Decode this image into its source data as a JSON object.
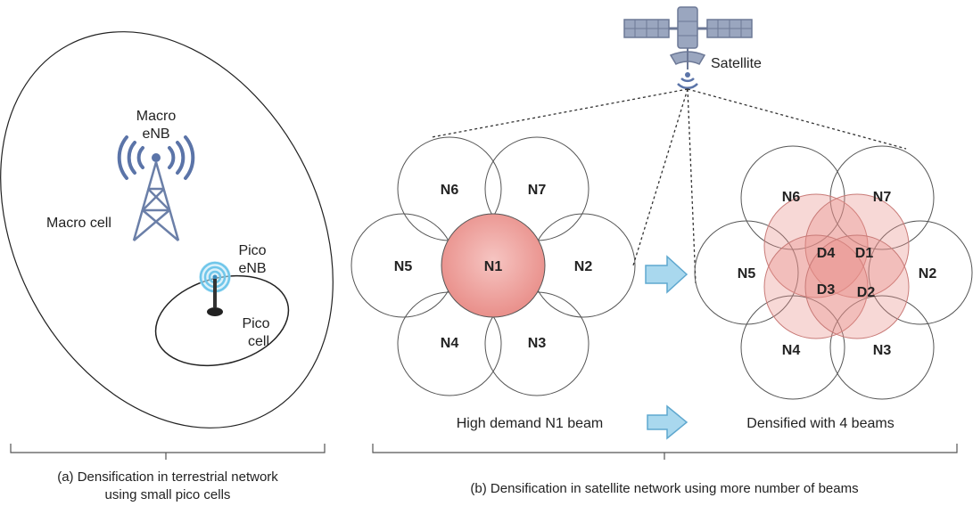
{
  "terrestrial": {
    "macro_enb_line1": "Macro",
    "macro_enb_line2": "eNB",
    "macro_cell": "Macro cell",
    "pico_enb_line1": "Pico",
    "pico_enb_line2": "eNB",
    "pico_cell_line1": "Pico",
    "pico_cell_line2": "cell",
    "caption_line1": "(a) Densification in terrestrial network",
    "caption_line2": "using small pico cells"
  },
  "satellite": {
    "label": "Satellite",
    "left_cells": [
      "N1",
      "N2",
      "N3",
      "N4",
      "N5",
      "N6",
      "N7"
    ],
    "right_cells": [
      "N2",
      "N3",
      "N4",
      "N5",
      "N6",
      "N7"
    ],
    "dense_beams": [
      "D1",
      "D2",
      "D3",
      "D4"
    ],
    "left_caption": "High demand N1 beam",
    "right_caption": "Densified with 4 beams",
    "caption": "(b) Densification in satellite network using more number of beams"
  },
  "colors": {
    "beam_fill": "#e98f8a",
    "cell_stroke": "#555555",
    "tower": "#6b7fa8",
    "wave": "#5b74a8",
    "pico_wave": "#6fc6ea",
    "arrow_fill": "#a9d8ee",
    "arrow_stroke": "#5fa8cf",
    "satellite_panel": "#9aa6bf"
  },
  "icons": [
    "macro-tower-icon",
    "pico-antenna-icon",
    "satellite-icon",
    "right-arrow-icon"
  ]
}
